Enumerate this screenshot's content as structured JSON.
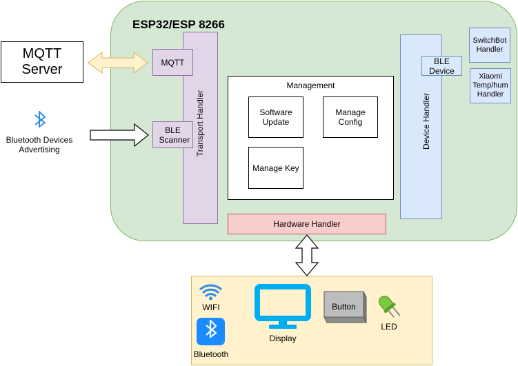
{
  "esp_board": {
    "title": "ESP32/ESP 8266",
    "fill": "#d5e8d4",
    "stroke": "#82b366"
  },
  "mqtt_server": {
    "label": "MQTT Server"
  },
  "ble_advertising": {
    "label": "Bluetooth Devices Advertising",
    "icon": "bluetooth-icon",
    "icon_color": "#2b8ee8"
  },
  "transport_handler": {
    "label": "Transport Handler",
    "fill": "#e1d5e7",
    "stroke": "#9673a6"
  },
  "mqtt_module": {
    "label": "MQTT"
  },
  "ble_scanner": {
    "label": "BLE Scanner"
  },
  "management": {
    "title": "Management",
    "software_update": "Software Update",
    "manage_config": "Manage Config",
    "manage_key": "Manage Key"
  },
  "device_handler": {
    "label": "Device Handler",
    "fill": "#dae8fc",
    "stroke": "#6c8ebf"
  },
  "ble_device": {
    "label": "BLE Device"
  },
  "switchbot_handler": {
    "label": "SwitchBot Handler"
  },
  "xiaomi_handler": {
    "label": "Xiaomi Temp/hum Handler"
  },
  "hardware_handler": {
    "label": "Hardware Handler",
    "fill": "#f8cecc",
    "stroke": "#b85450"
  },
  "peripherals": {
    "fill": "#fff2cc",
    "stroke": "#d6b656",
    "wifi": "WIFI",
    "bluetooth": "Bluetooth",
    "display": "Display",
    "button": "Button",
    "led": "LED"
  }
}
